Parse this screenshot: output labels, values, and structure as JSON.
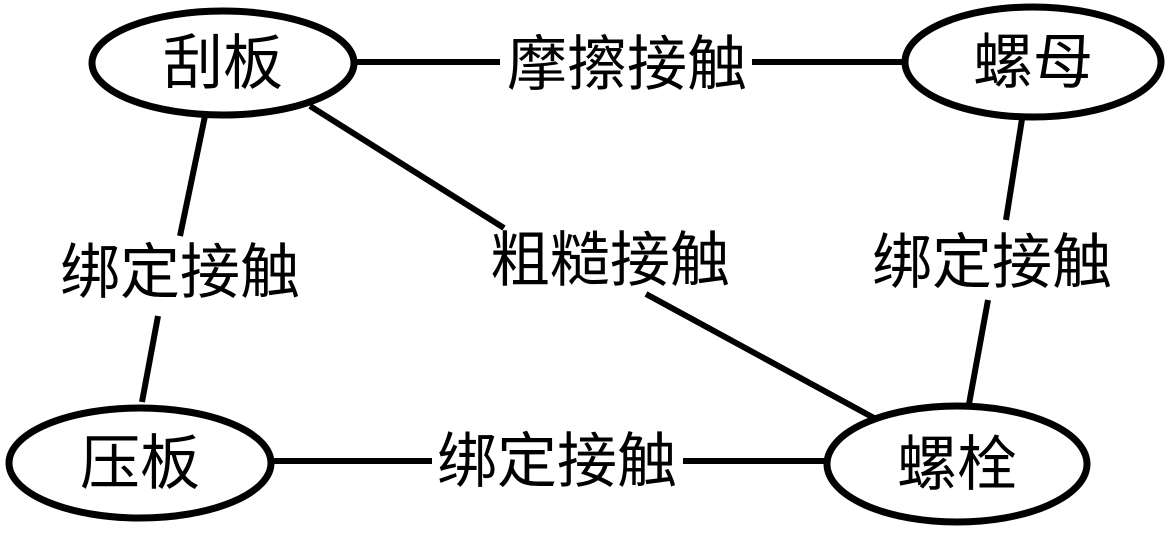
{
  "diagram": {
    "background_color": "#ffffff",
    "stroke_color": "#000000",
    "nodes": {
      "guaban": {
        "label": "刮板"
      },
      "luomu": {
        "label": "螺母"
      },
      "yaban": {
        "label": "压板"
      },
      "luoshuan": {
        "label": "螺栓"
      }
    },
    "edges": {
      "guaban_luomu": {
        "from": "guaban",
        "to": "luomu",
        "label": "摩擦接触"
      },
      "guaban_yaban": {
        "from": "guaban",
        "to": "yaban",
        "label": "绑定接触"
      },
      "guaban_luoshuan": {
        "from": "guaban",
        "to": "luoshuan",
        "label": "粗糙接触"
      },
      "luomu_luoshuan": {
        "from": "luomu",
        "to": "luoshuan",
        "label": "绑定接触"
      },
      "yaban_luoshuan": {
        "from": "yaban",
        "to": "luoshuan",
        "label": "绑定接触"
      }
    }
  }
}
